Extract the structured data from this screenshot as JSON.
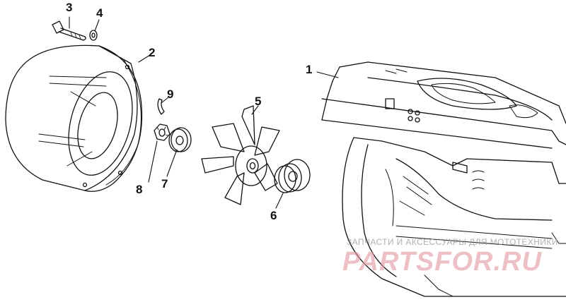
{
  "diagram": {
    "callouts": [
      {
        "id": "1",
        "label": "1"
      },
      {
        "id": "2",
        "label": "2"
      },
      {
        "id": "3",
        "label": "3"
      },
      {
        "id": "4",
        "label": "4"
      },
      {
        "id": "5",
        "label": "5"
      },
      {
        "id": "6",
        "label": "6"
      },
      {
        "id": "7",
        "label": "7"
      },
      {
        "id": "8",
        "label": "8"
      },
      {
        "id": "9",
        "label": "9"
      }
    ],
    "line_color": "#111111",
    "background_color": "#ffffff"
  },
  "watermark": {
    "caption": "ЗАПЧАСТИ И АКСЕССУАРЫ ДЛЯ МОТОТЕХНИКИ",
    "brand": "PARTSFOR.RU",
    "brand_color": "#e196a0"
  }
}
